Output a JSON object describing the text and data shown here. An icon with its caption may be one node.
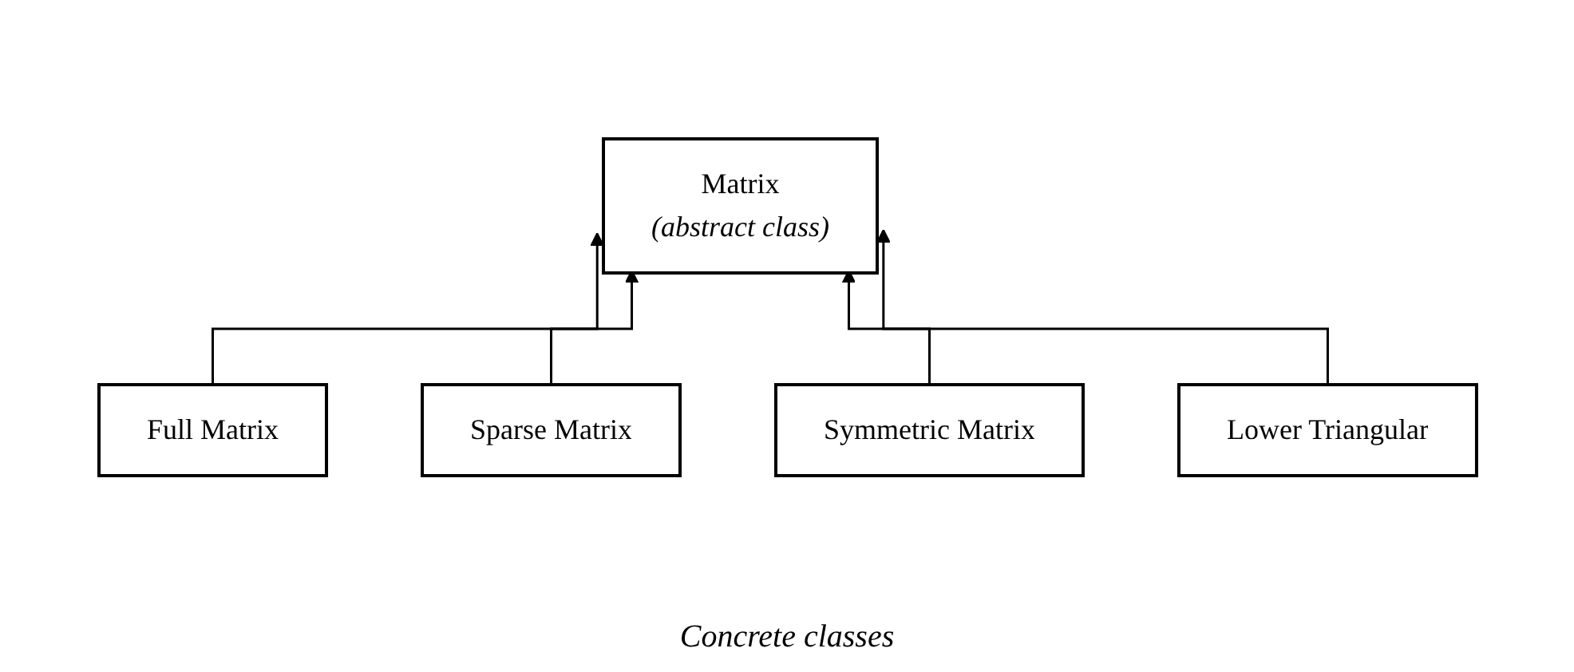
{
  "diagram": {
    "caption": "Concrete classes",
    "nodes": [
      {
        "text": [
          "Matrix",
          "(abstract class)"
        ]
      },
      {
        "text": [
          "Full Matrix"
        ]
      },
      {
        "text": [
          "Sparse Matrix"
        ]
      },
      {
        "text": [
          "Symmetric Matrix"
        ]
      },
      {
        "text": [
          "Lower Triangular"
        ]
      }
    ],
    "edges": [
      {
        "from": 1,
        "to": 0,
        "arrow": "to"
      },
      {
        "from": 2,
        "to": 0,
        "arrow": "to"
      },
      {
        "from": 3,
        "to": 0,
        "arrow": "to"
      },
      {
        "from": 4,
        "to": 0,
        "arrow": "to"
      }
    ]
  }
}
